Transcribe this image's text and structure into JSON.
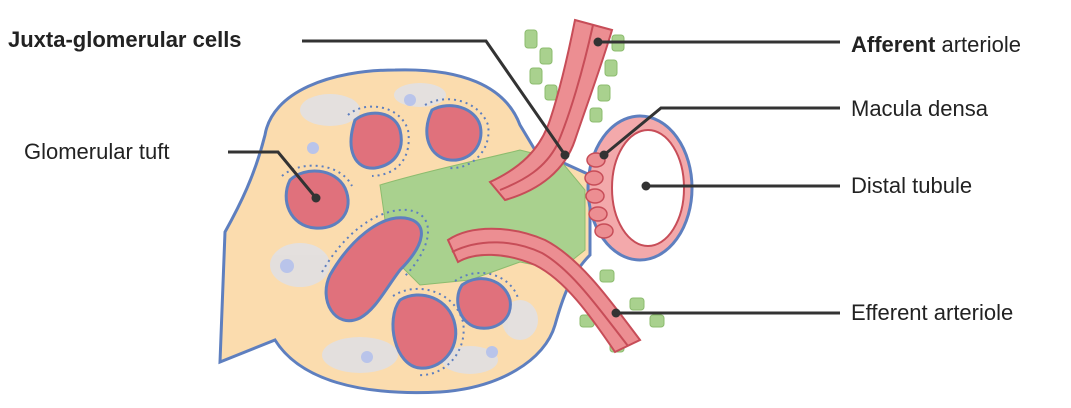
{
  "labels": {
    "juxta": "Juxta-glomerular cells",
    "afferent_bold": "Afferent",
    "afferent_rest": " arteriole",
    "glomerular_tuft": "Glomerular tuft",
    "macula_densa": "Macula densa",
    "distal_tubule": "Distal tubule",
    "efferent": "Efferent arteriole"
  },
  "colors": {
    "capsule_fill": "#fbdcae",
    "capsule_outline": "#5e7fbf",
    "capillary_fill": "#e0717c",
    "capillary_outline": "#5e7fbf",
    "mesangial_green": "#a9d18e",
    "vessel_fill": "#ec8e92",
    "vessel_dark": "#c74d58",
    "nucleus_gray": "#cfd3e0",
    "nucleus_blue": "#b9c4ea",
    "leader_line": "#333333"
  }
}
